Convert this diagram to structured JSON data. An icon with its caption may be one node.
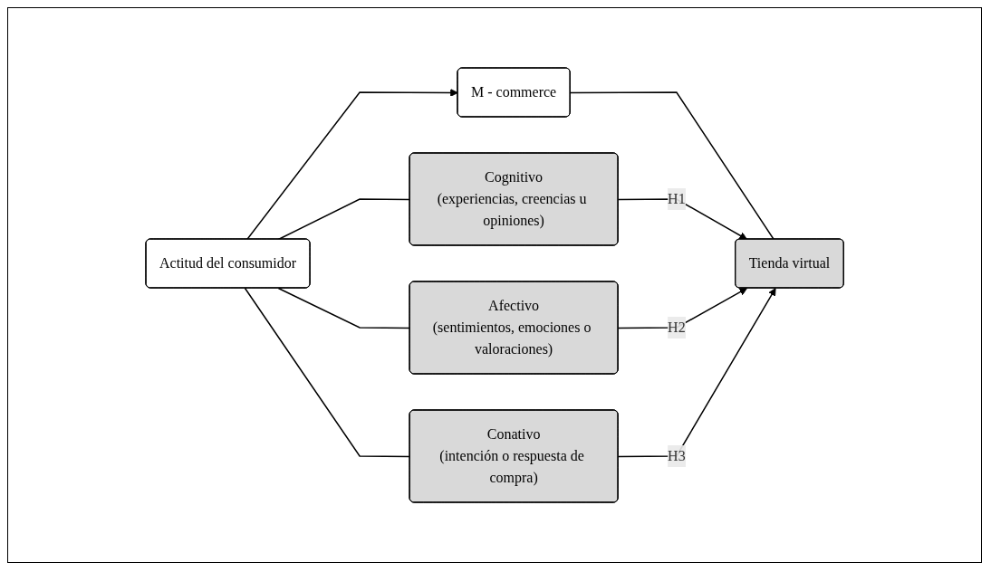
{
  "diagram": {
    "nodes": [
      {
        "text": [
          "Actitud del consumidor"
        ]
      },
      {
        "text": [
          "M - commerce"
        ]
      },
      {
        "text": [
          "Cognitivo",
          "(experiencias, creencias u opiniones)"
        ]
      },
      {
        "text": [
          "Afectivo",
          "(sentimientos, emociones o valoraciones)"
        ]
      },
      {
        "text": [
          "Conativo",
          "(intención o respuesta de compra)"
        ]
      },
      {
        "text": [
          "Tienda virtual"
        ]
      }
    ],
    "edges": [
      {
        "from": 0,
        "to": 1,
        "arrow": "to"
      },
      {
        "from": 0,
        "to": 2,
        "arrow": "none"
      },
      {
        "from": 0,
        "to": 3,
        "arrow": "none"
      },
      {
        "from": 0,
        "to": 4,
        "arrow": "none"
      },
      {
        "from": 1,
        "to": 5,
        "arrow": "none"
      },
      {
        "from": 2,
        "to": 5,
        "arrow": "to",
        "label": "H1"
      },
      {
        "from": 3,
        "to": 5,
        "arrow": "to",
        "label": "H2"
      },
      {
        "from": 4,
        "to": 5,
        "arrow": "to",
        "label": "H3"
      }
    ]
  }
}
